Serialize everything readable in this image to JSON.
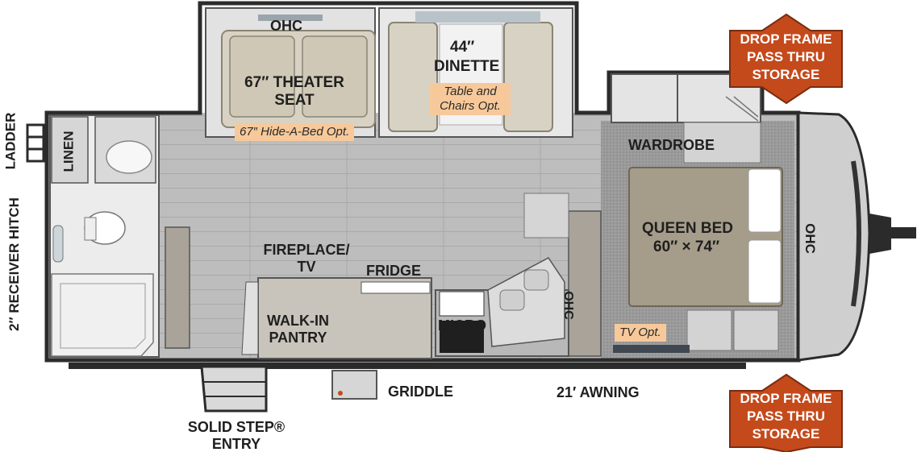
{
  "labels": {
    "ohc_top": "OHC",
    "theater_seat": "67″ THEATER SEAT",
    "hide_a_bed": "67″ Hide-A-Bed Opt.",
    "dinette_size": "44″",
    "dinette": "DINETTE",
    "table_chairs": "Table and Chairs Opt.",
    "drop_frame": "DROP FRAME PASS THRU STORAGE",
    "ladder": "LADDER",
    "linen": "LINEN",
    "receiver_hitch": "2″ RECEIVER HITCH",
    "wardrobe": "WARDROBE",
    "queen_bed": "QUEEN BED",
    "bed_size": "60″ × 74″",
    "ohc_right": "OHC",
    "fireplace_tv": "FIREPLACE/ TV",
    "fridge": "FRIDGE",
    "walk_in_pantry": "WALK-IN PANTRY",
    "micro": "MICRO",
    "ohc_kitchen": "OHC",
    "tv_opt": "TV Opt.",
    "griddle": "GRIDDLE",
    "awning": "21′ AWNING",
    "solid_step": "SOLID STEP® ENTRY"
  },
  "colors": {
    "badge": "#c44a1c",
    "option_tag": "#f7c99a",
    "floor": "#b9b9b9",
    "wall": "#2b2b2b"
  }
}
